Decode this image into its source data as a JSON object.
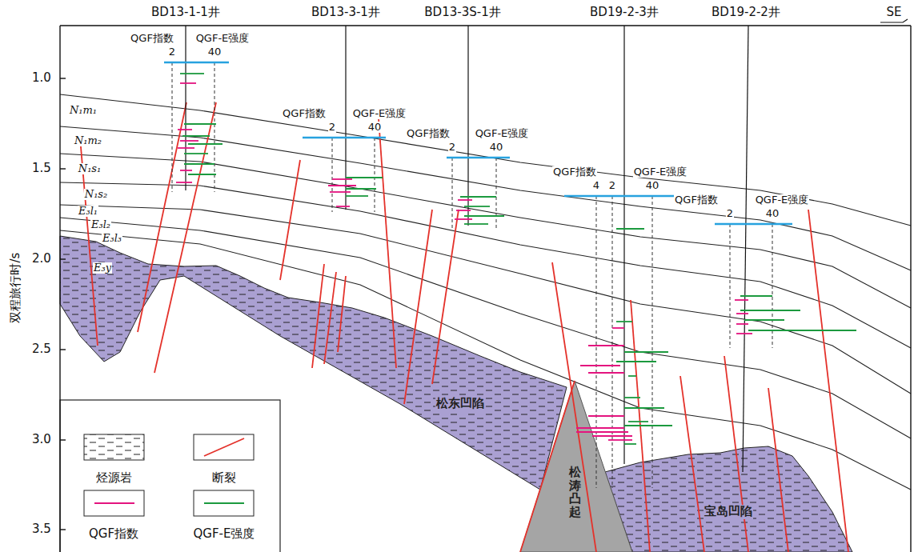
{
  "diagram": {
    "labels": [
      "BD13-1-1井",
      "BD13-3-1井",
      "BD13-3S-1井",
      "BD19-2-3井",
      "BD19-2-2井",
      "SE",
      "QGF指数",
      "QGF-E强度",
      "2",
      "40",
      "QGF指数",
      "QGF-E强度",
      "2",
      "40",
      "QGF指数",
      "QGF-E强度",
      "2",
      "40",
      "QGF指数",
      "QGF-E强度",
      "4",
      "2",
      "40",
      "QGF指数",
      "QGF-E强度",
      "2",
      "40",
      "双程旅行时/s",
      "1.0",
      "1.5",
      "2.0",
      "2.5",
      "3.0",
      "3.5",
      "N₁m₁",
      "N₁m₂",
      "N₁s₁",
      "N₁s₂",
      "E₃l₁",
      "E₃l₂",
      "E₃l₃",
      "E₃y",
      "松东凹陷",
      "松涛凸起",
      "宝岛凹陷"
    ],
    "legend": [
      {
        "text": "烃源岩"
      },
      {
        "text": "断裂"
      },
      {
        "text": "QGF指数"
      },
      {
        "text": "QGF-E强度"
      }
    ]
  }
}
